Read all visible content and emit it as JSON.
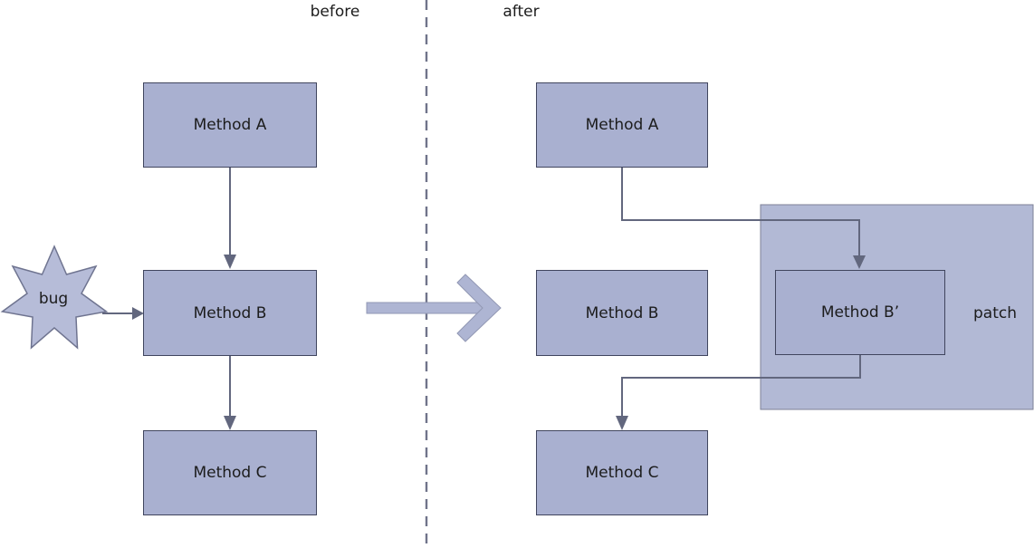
{
  "diagram": {
    "labels": {
      "before": "before",
      "after": "after"
    },
    "before": {
      "bug_label": "bug",
      "boxes": {
        "a": "Method A",
        "b": "Method B",
        "c": "Method C"
      }
    },
    "after": {
      "boxes": {
        "a": "Method A",
        "b": "Method B",
        "b_prime": "Method B’",
        "c": "Method C"
      },
      "patch_label": "patch"
    },
    "colors": {
      "box_fill": "#a9b0d0",
      "box_border": "#40455e",
      "patch_fill": "#b2b9d5",
      "patch_border": "#7d8197",
      "star_fill": "#b6bcd8",
      "star_border": "#6f7490",
      "big_arrow_fill": "#aeb5d3",
      "big_arrow_border": "#9298b4",
      "connector": "#62677e",
      "divider": "#70748a",
      "text": "#1c1c1c"
    }
  }
}
